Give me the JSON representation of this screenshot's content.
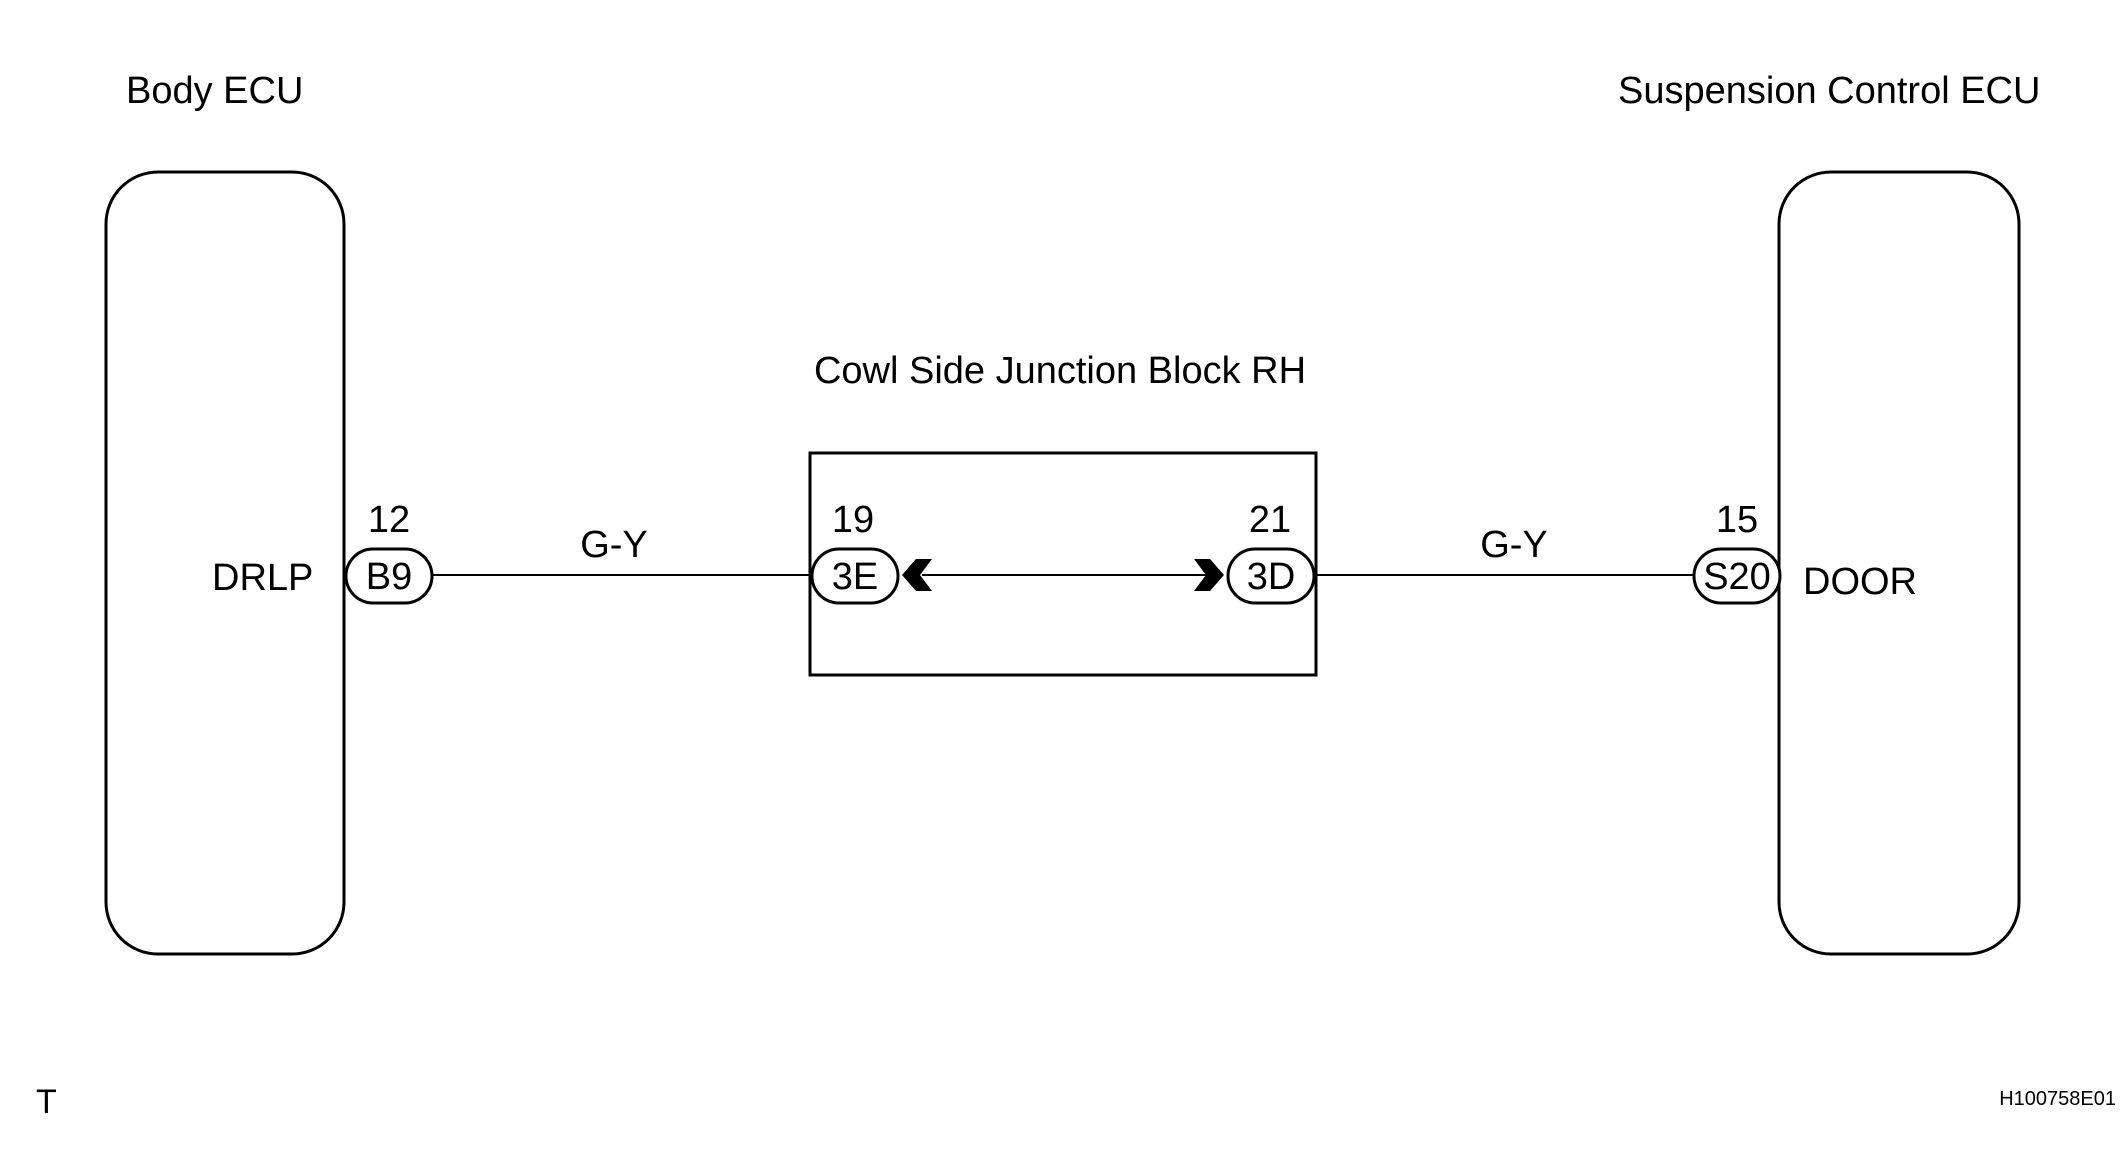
{
  "components": {
    "body_ecu": {
      "title": "Body ECU",
      "terminal_label": "DRLP"
    },
    "suspension_ecu": {
      "title": "Suspension Control ECU",
      "terminal_label": "DOOR"
    },
    "junction_block": {
      "title": "Cowl Side Junction Block RH"
    }
  },
  "connectors": {
    "b9": {
      "code": "B9",
      "pin": "12"
    },
    "j3e": {
      "code": "3E",
      "pin": "19"
    },
    "j3d": {
      "code": "3D",
      "pin": "21"
    },
    "s20": {
      "code": "S20",
      "pin": "15"
    }
  },
  "wires": {
    "left": {
      "color_code": "G-Y"
    },
    "right": {
      "color_code": "G-Y"
    }
  },
  "footer": {
    "mark": "T",
    "figure_id": "H100758E01"
  }
}
